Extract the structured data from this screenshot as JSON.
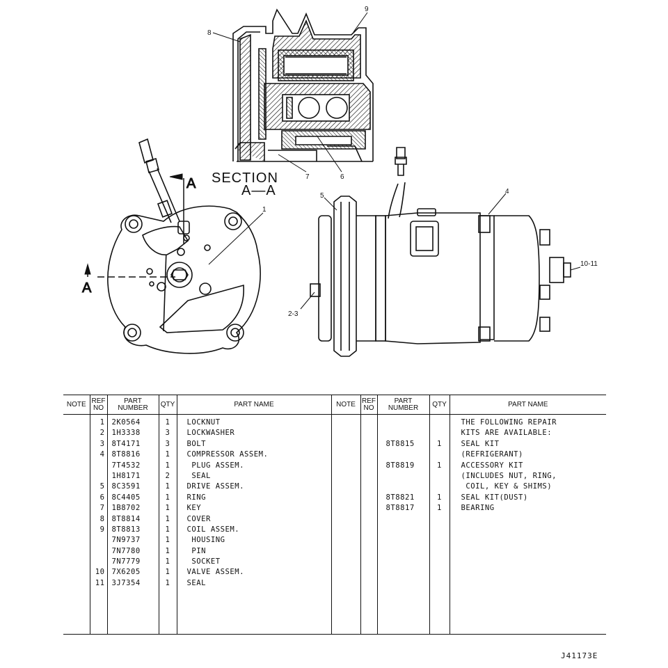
{
  "section_label": {
    "line1": "SECTION",
    "line2": "A—A"
  },
  "callouts": {
    "c1": "1",
    "c2_3": "2-3",
    "c4": "4",
    "c5": "5",
    "c6": "6",
    "c7": "7",
    "c8": "8",
    "c9": "9",
    "c10_11": "10-11"
  },
  "section_marks": {
    "top": "A",
    "left": "A"
  },
  "table": {
    "headers": {
      "note": "NOTE",
      "ref_no": [
        "REF",
        "NO"
      ],
      "part_number": [
        "PART",
        "NUMBER"
      ],
      "qty": "QTY",
      "part_name": "PART NAME"
    },
    "left_rows": [
      {
        "ref": "1",
        "part_number": "2K0564",
        "qty": "1",
        "name": "LOCKNUT"
      },
      {
        "ref": "2",
        "part_number": "1H3338",
        "qty": "3",
        "name": "LOCKWASHER"
      },
      {
        "ref": "3",
        "part_number": "8T4171",
        "qty": "3",
        "name": "BOLT"
      },
      {
        "ref": "4",
        "part_number": "8T8816",
        "qty": "1",
        "name": "COMPRESSOR ASSEM."
      },
      {
        "ref": "",
        "part_number": "7T4532",
        "qty": "1",
        "name": " PLUG ASSEM."
      },
      {
        "ref": "",
        "part_number": "1H8171",
        "qty": "2",
        "name": " SEAL"
      },
      {
        "ref": "5",
        "part_number": "8C3591",
        "qty": "1",
        "name": "DRIVE ASSEM."
      },
      {
        "ref": "6",
        "part_number": "8C4405",
        "qty": "1",
        "name": "RING"
      },
      {
        "ref": "7",
        "part_number": "1B8702",
        "qty": "1",
        "name": "KEY"
      },
      {
        "ref": "8",
        "part_number": "8T8814",
        "qty": "1",
        "name": "COVER"
      },
      {
        "ref": "9",
        "part_number": "8T8813",
        "qty": "1",
        "name": "COIL ASSEM."
      },
      {
        "ref": "",
        "part_number": "7N9737",
        "qty": "1",
        "name": " HOUSING"
      },
      {
        "ref": "",
        "part_number": "7N7780",
        "qty": "1",
        "name": " PIN"
      },
      {
        "ref": "",
        "part_number": "7N7779",
        "qty": "1",
        "name": " SOCKET"
      },
      {
        "ref": "10",
        "part_number": "7X6205",
        "qty": "1",
        "name": "VALVE ASSEM."
      },
      {
        "ref": "11",
        "part_number": "3J7354",
        "qty": "1",
        "name": "SEAL"
      }
    ],
    "right_rows": [
      {
        "ref": "",
        "part_number": "",
        "qty": "",
        "name": "THE FOLLOWING REPAIR"
      },
      {
        "ref": "",
        "part_number": "",
        "qty": "",
        "name": "KITS ARE AVAILABLE:"
      },
      {
        "ref": "",
        "part_number": "8T8815",
        "qty": "1",
        "name": "SEAL KIT"
      },
      {
        "ref": "",
        "part_number": "",
        "qty": "",
        "name": "(REFRIGERANT)"
      },
      {
        "ref": "",
        "part_number": "8T8819",
        "qty": "1",
        "name": "ACCESSORY KIT"
      },
      {
        "ref": "",
        "part_number": "",
        "qty": "",
        "name": "(INCLUDES NUT, RING,"
      },
      {
        "ref": "",
        "part_number": "",
        "qty": "",
        "name": " COIL, KEY & SHIMS)"
      },
      {
        "ref": "",
        "part_number": "8T8821",
        "qty": "1",
        "name": "SEAL KIT(DUST)"
      },
      {
        "ref": "",
        "part_number": "8T8817",
        "qty": "1",
        "name": "BEARING"
      }
    ]
  },
  "drawing_code": "J41173E"
}
